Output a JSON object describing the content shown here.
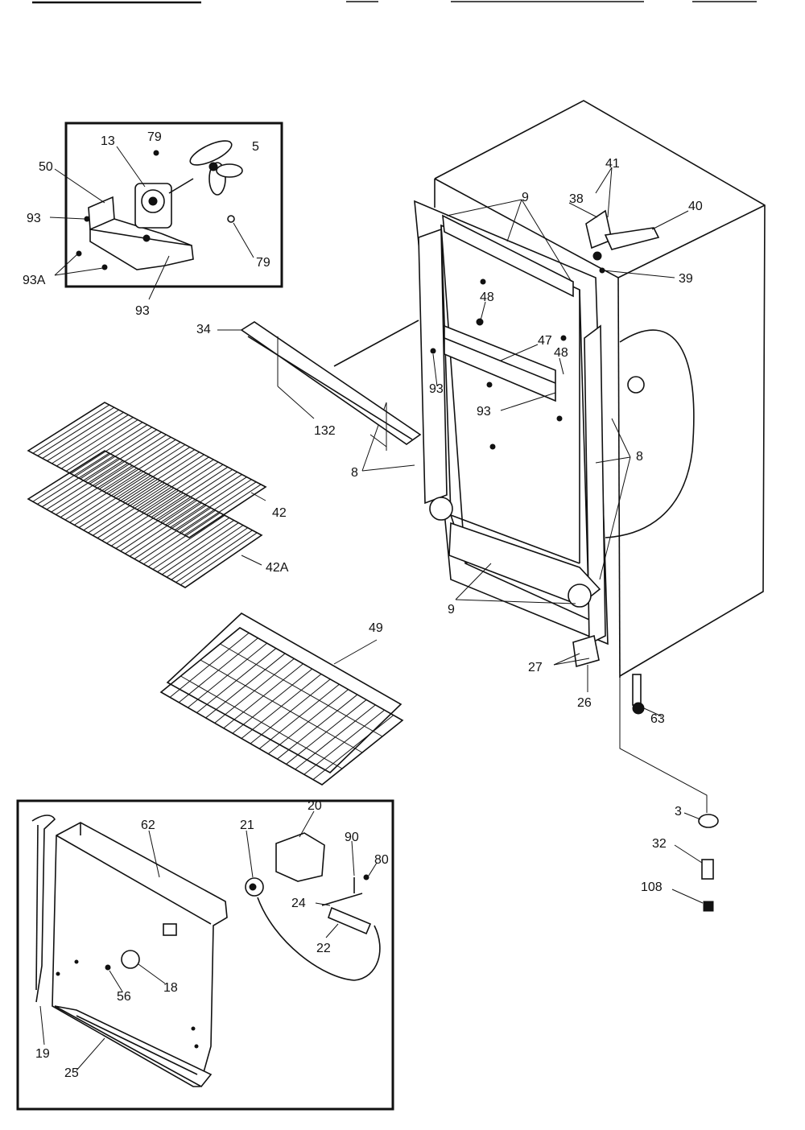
{
  "labels": {
    "fan_13": "13",
    "screw_79_top": "79",
    "blade_5": "5",
    "bracket_50": "50",
    "screw_93_a": "93",
    "screw_79_b": "79",
    "screw_93a": "93A",
    "bracket_93": "93",
    "liner_34": "34",
    "trim_132": "132",
    "shelf_42": "42",
    "shelf_42a": "42A",
    "basket_49": "49",
    "gasket_9_top": "9",
    "hinge_38": "38",
    "screw_41": "41",
    "hinge_40": "40",
    "bolt_39": "39",
    "screw_48_top": "48",
    "rail_47": "47",
    "screw_48_side": "48",
    "screw_93_b": "93",
    "screw_93_c": "93",
    "gasket_8_right": "8",
    "gasket_8_left": "8",
    "gasket_9_bottom": "9",
    "screw_27": "27",
    "hinge_26": "26",
    "leg_63": "63",
    "cap_3": "3",
    "spacer_32": "32",
    "foot_108": "108",
    "panel_62": "62",
    "knob_21": "21",
    "cover_20": "20",
    "screw_90": "90",
    "screw_80": "80",
    "bracket_24": "24",
    "switch_22": "22",
    "trim_19": "19",
    "thermostat_18": "18",
    "screw_56": "56",
    "grille_25": "25"
  }
}
